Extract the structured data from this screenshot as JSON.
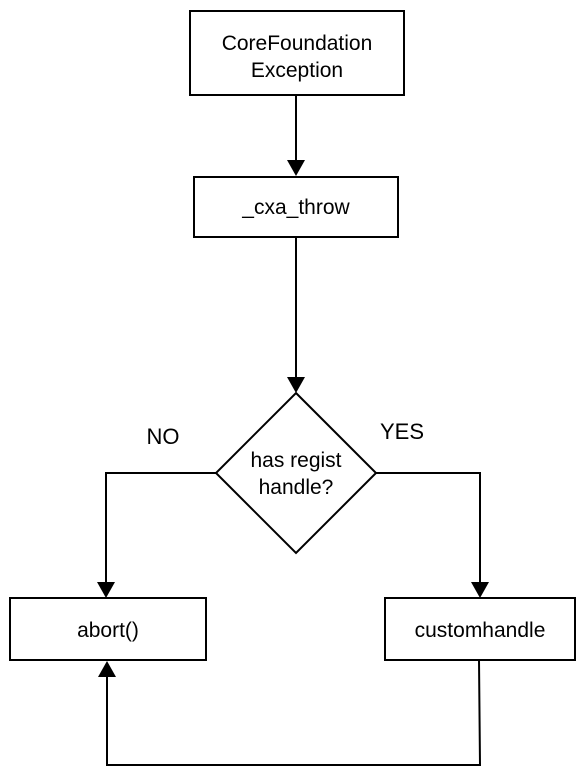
{
  "nodes": {
    "exception": {
      "line1": "CoreFoundation",
      "line2": "Exception"
    },
    "throw": {
      "label": "_cxa_throw"
    },
    "decision": {
      "line1": "has regist",
      "line2": "handle?"
    },
    "abort": {
      "label": "abort()"
    },
    "custom": {
      "label": "customhandle"
    }
  },
  "edges": {
    "no_label": "NO",
    "yes_label": "YES"
  }
}
